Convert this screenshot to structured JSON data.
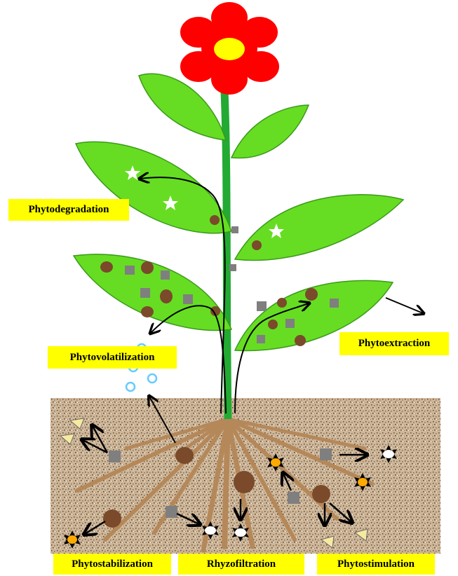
{
  "labels": {
    "phytodegradation": "Phytodegradation",
    "phytovolatilization": "Phytovolatilization",
    "phytoextraction": "Phytoextraction",
    "phytostabilization": "Phytostabilization",
    "rhyzofiltration": "Rhyzofiltration",
    "phytostimulation": "Phytostimulation"
  },
  "colors": {
    "petal": "#ff0000",
    "flower_center": "#ffff00",
    "leaf": "#66dd22",
    "leaf_edge": "#3a9a1a",
    "stem": "#22aa33",
    "soil": "#b89a7a",
    "root": "#b5885a",
    "label_background": "#ffff00",
    "contaminant_round": "#7a4a2a",
    "contaminant_square": "#7f7f7f"
  }
}
